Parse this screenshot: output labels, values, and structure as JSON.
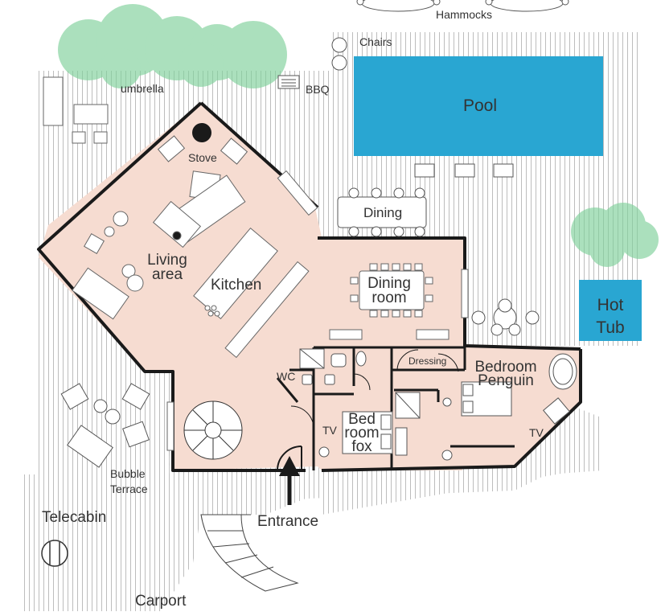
{
  "labels": {
    "hammocks": "Hammocks",
    "chairs": "Chairs",
    "umbrella": "umbrella",
    "bbq": "BBQ",
    "pool": "Pool",
    "stove": "Stove",
    "dining_outdoor": "Dining",
    "living_l1": "Living",
    "living_l2": "area",
    "kitchen": "Kitchen",
    "dining_room_l1": "Dining",
    "dining_room_l2": "room",
    "hot_tub_l1": "Hot",
    "hot_tub_l2": "Tub",
    "dressing": "Dressing",
    "bedroom_penguin_l1": "Bedroom",
    "bedroom_penguin_l2": "Penguin",
    "wc": "WC",
    "tv_fox": "TV",
    "bedroom_fox_l1": "Bed",
    "bedroom_fox_l2": "room",
    "bedroom_fox_l3": "fox",
    "tv_penguin": "TV",
    "bubble_l1": "Bubble",
    "bubble_l2": "Terrace",
    "telecabin": "Telecabin",
    "entrance": "Entrance",
    "carport": "Carport"
  },
  "colors": {
    "interior": "#f6dcd1",
    "wall": "#1a1a1a",
    "deck_line": "#bdbdbd",
    "pool": "#29a6d2",
    "hot_tub": "#29a6d2",
    "trees": "#7fd19a",
    "furniture": "#ffffff",
    "text": "#333333"
  }
}
